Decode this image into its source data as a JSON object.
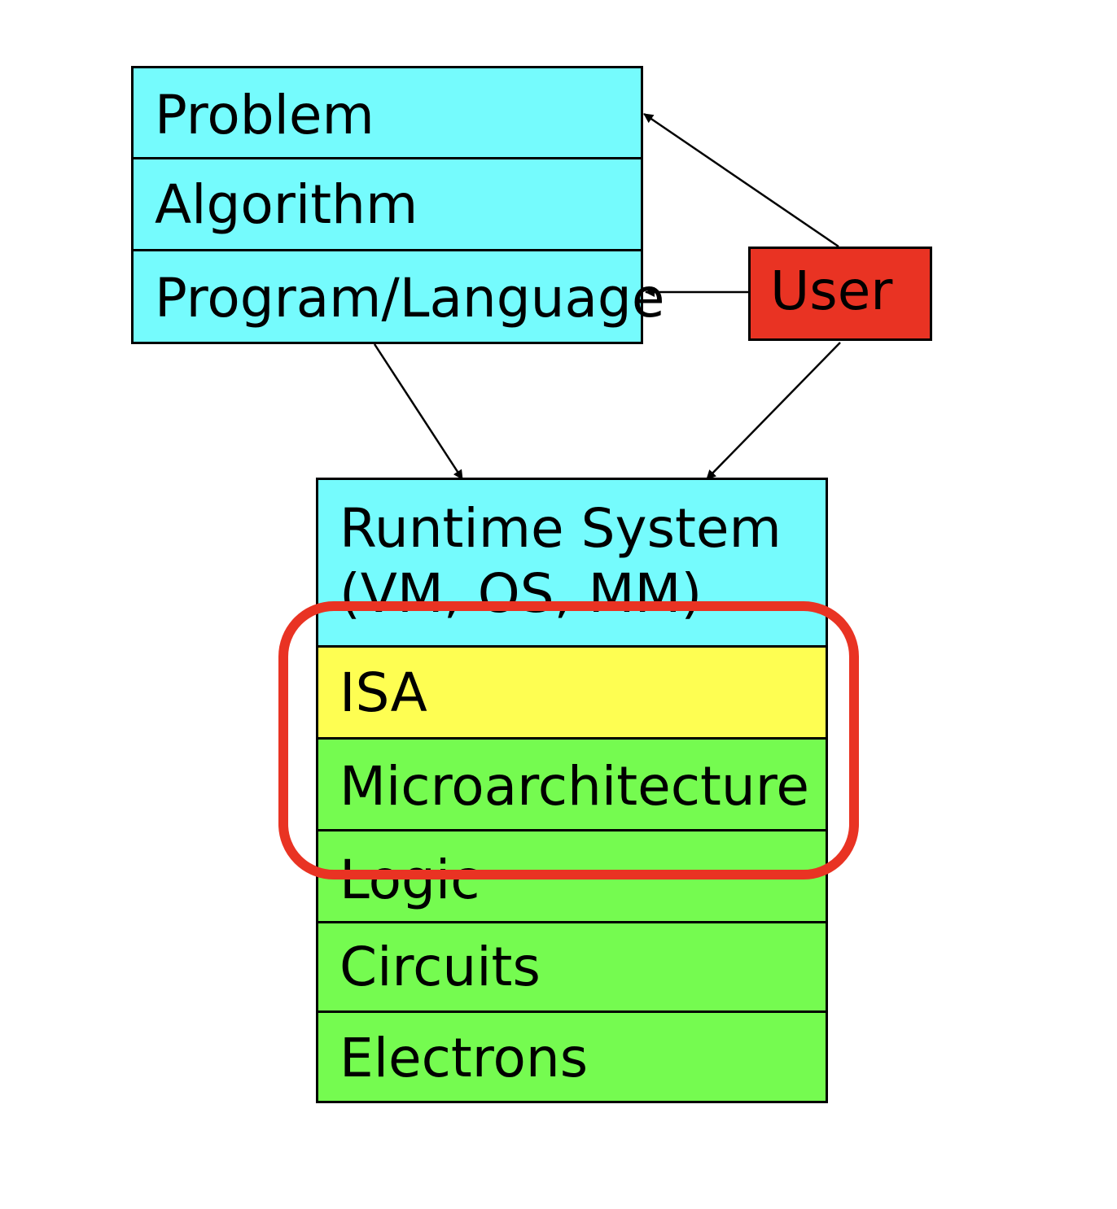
{
  "top_stack": [
    "Problem",
    "Algorithm",
    "Program/Language"
  ],
  "user": "User",
  "runtime": [
    "Runtime System",
    "(VM, OS, MM)"
  ],
  "bottom_stack": [
    "ISA",
    "Microarchitecture",
    "Logic",
    "Circuits",
    "Electrons"
  ],
  "colors": {
    "software_layer": "#75fbfd",
    "isa_layer": "#fefe52",
    "hardware_layer": "#75fb50",
    "user_box": "#e93323",
    "highlight": "#e93323"
  }
}
